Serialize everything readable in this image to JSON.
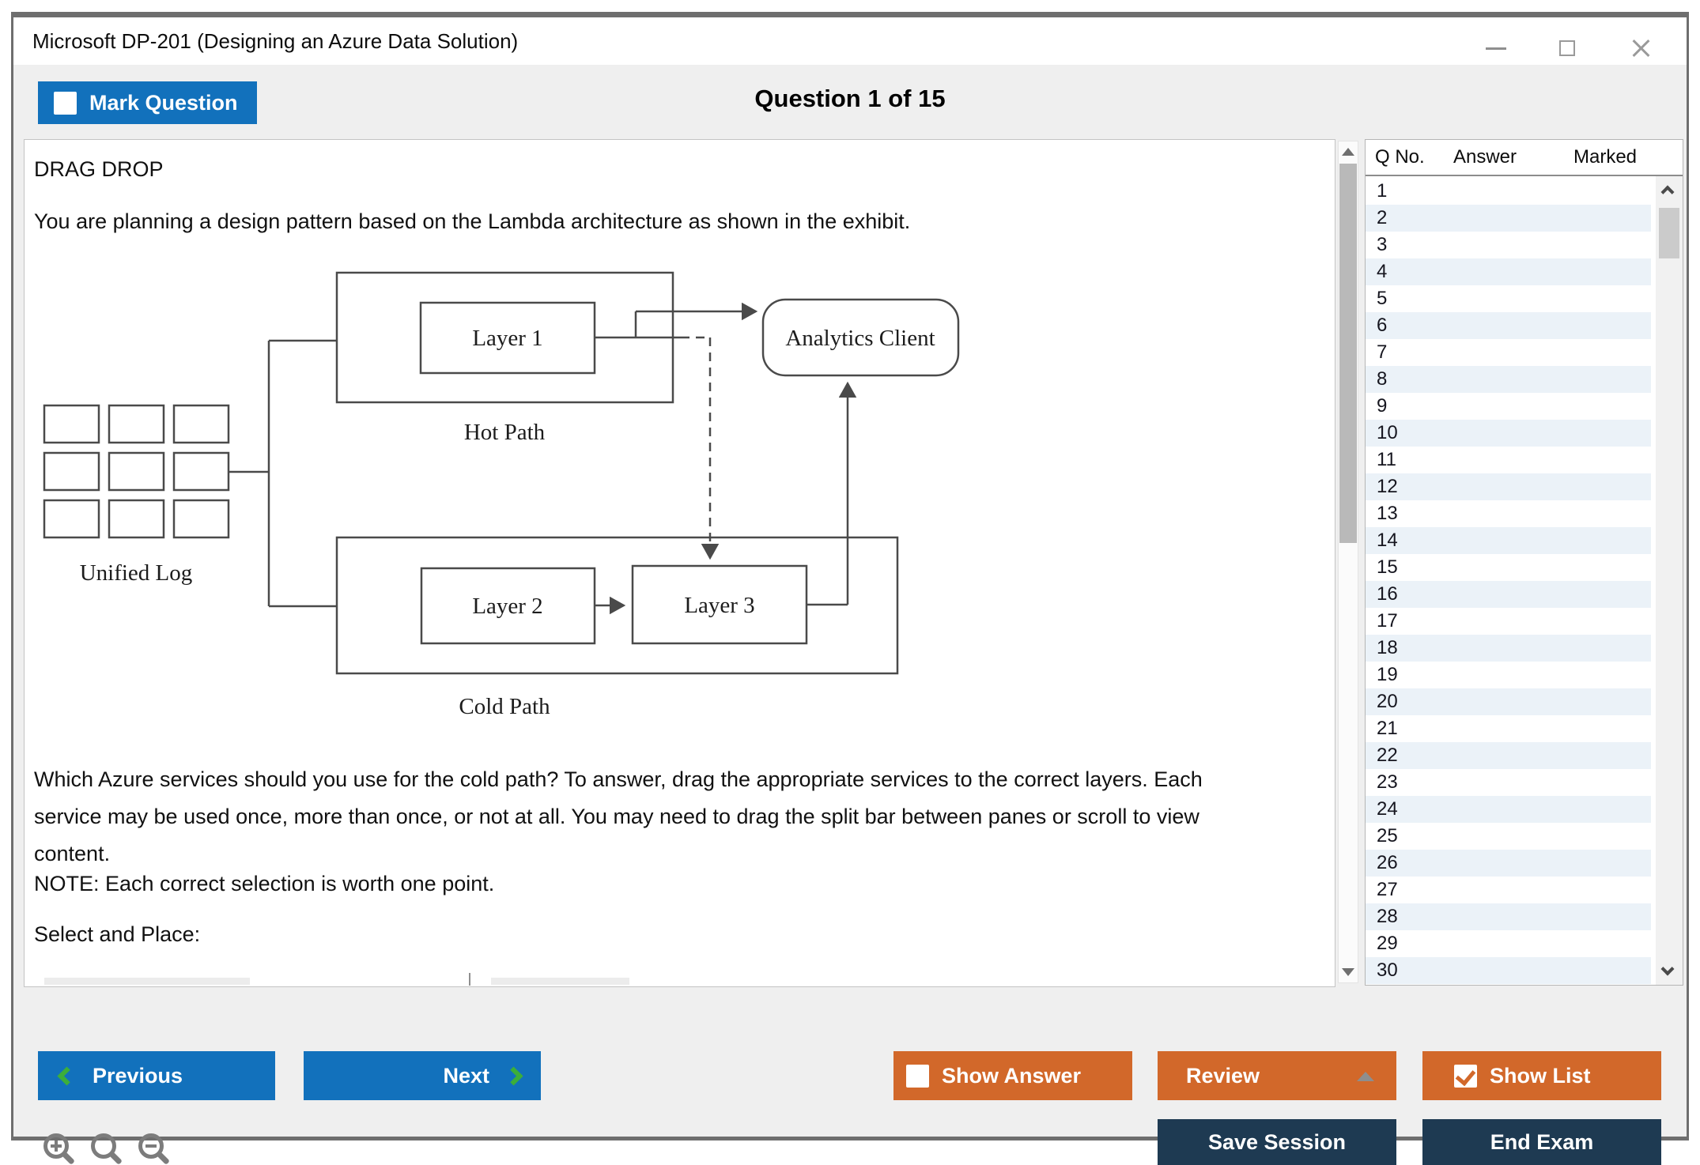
{
  "window": {
    "title": "Microsoft DP-201 (Designing an Azure Data Solution)"
  },
  "header": {
    "mark_question": "Mark Question",
    "question_counter": "Question 1 of 15",
    "mark_question_checked": false
  },
  "question": {
    "type_label": "DRAG DROP",
    "intro": "You are planning a design pattern based on the Lambda architecture as shown in the exhibit.",
    "body_lines": [
      "Which Azure services should you use for the cold path? To answer, drag the appropriate services to the correct layers. Each",
      "service may be used once, more than once, or not at all. You may need to drag the split bar between panes or scroll to view",
      "content."
    ],
    "note": "NOTE: Each correct selection is worth one point.",
    "select_and_place": "Select and Place:"
  },
  "diagram": {
    "unified_log": "Unified Log",
    "hot_path": "Hot Path",
    "cold_path": "Cold Path",
    "layer_1": "Layer 1",
    "layer_2": "Layer 2",
    "layer_3": "Layer 3",
    "analytics_client": "Analytics Client"
  },
  "question_list": {
    "columns": [
      "Q No.",
      "Answer",
      "Marked"
    ],
    "visible_question_numbers": [
      1,
      2,
      3,
      4,
      5,
      6,
      7,
      8,
      9,
      10,
      11,
      12,
      13,
      14,
      15,
      16,
      17,
      18,
      19,
      20,
      21,
      22,
      23,
      24,
      25,
      26,
      27,
      28,
      29,
      30
    ]
  },
  "footer": {
    "previous": "Previous",
    "next": "Next",
    "show_answer": "Show Answer",
    "review": "Review",
    "show_list": "Show List",
    "save_session": "Save Session",
    "end_exam": "End Exam",
    "show_answer_checked": false,
    "show_list_checked": true
  },
  "colors": {
    "accent_blue": "#1271BC",
    "accent_orange": "#D2682A",
    "dark_navy": "#1E3A52",
    "chevron_green": "#3CAE3A",
    "row_alt": "#EBF2F8",
    "app_background": "#efefef"
  }
}
